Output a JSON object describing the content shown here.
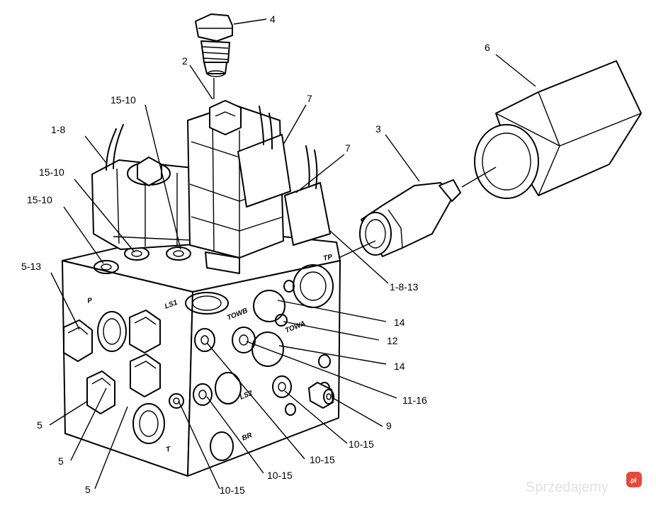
{
  "callouts": {
    "c4": "4",
    "c2": "2",
    "c6": "6",
    "c3": "3",
    "c7a": "7",
    "c7b": "7",
    "c1510a": "15-10",
    "c18": "1-8",
    "c1510b": "15-10",
    "c1510c": "15-10",
    "c513": "5-13",
    "c1813": "1-8-13",
    "c14a": "14",
    "c12": "12",
    "c14b": "14",
    "c1116": "11-16",
    "c9": "9",
    "c5a": "5",
    "c5b": "5",
    "c5c": "5",
    "c1015a": "10-15",
    "c1015b": "10-15",
    "c1015c": "10-15",
    "c1015d": "10-15"
  },
  "port_labels": {
    "p": "P",
    "tp": "TP",
    "ls1": "LS1",
    "towb": "TOWB",
    "towa": "TOWA",
    "ls2": "LS2",
    "br": "BR",
    "t": "T"
  },
  "watermark": {
    "text": "Sprzedajemy",
    "badge": ".pl"
  }
}
